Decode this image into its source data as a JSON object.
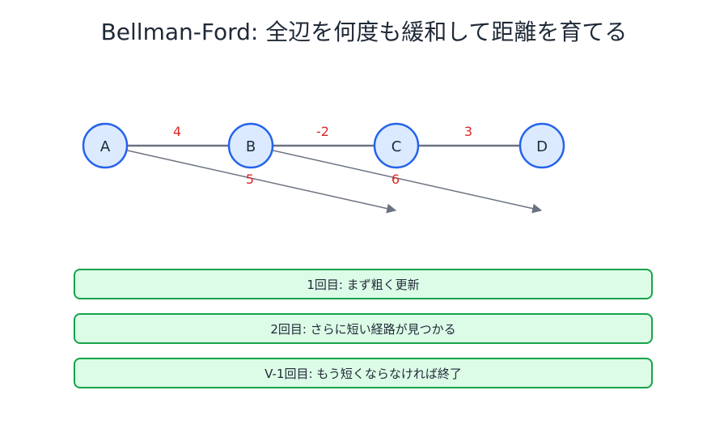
{
  "title": "Bellman-Ford: 全辺を何度も緩和して距離を育てる",
  "nodes": [
    "A",
    "B",
    "C",
    "D"
  ],
  "edges": [
    {
      "from": "A",
      "to": "B",
      "weight": "4"
    },
    {
      "from": "B",
      "to": "C",
      "weight": "-2"
    },
    {
      "from": "C",
      "to": "D",
      "weight": "3"
    },
    {
      "from": "A",
      "to": "C",
      "weight": "5"
    },
    {
      "from": "B",
      "to": "D",
      "weight": "6"
    }
  ],
  "steps": [
    "1回目: まず粗く更新",
    "2回目: さらに短い経路が見つかる",
    "V-1回目: もう短くならなければ終了"
  ],
  "colors": {
    "node_fill": "#dbeafe",
    "node_stroke": "#2563eb",
    "edge": "#6b7280",
    "weight": "#dc2626",
    "step_fill": "#dcfce7",
    "step_stroke": "#16a34a"
  }
}
